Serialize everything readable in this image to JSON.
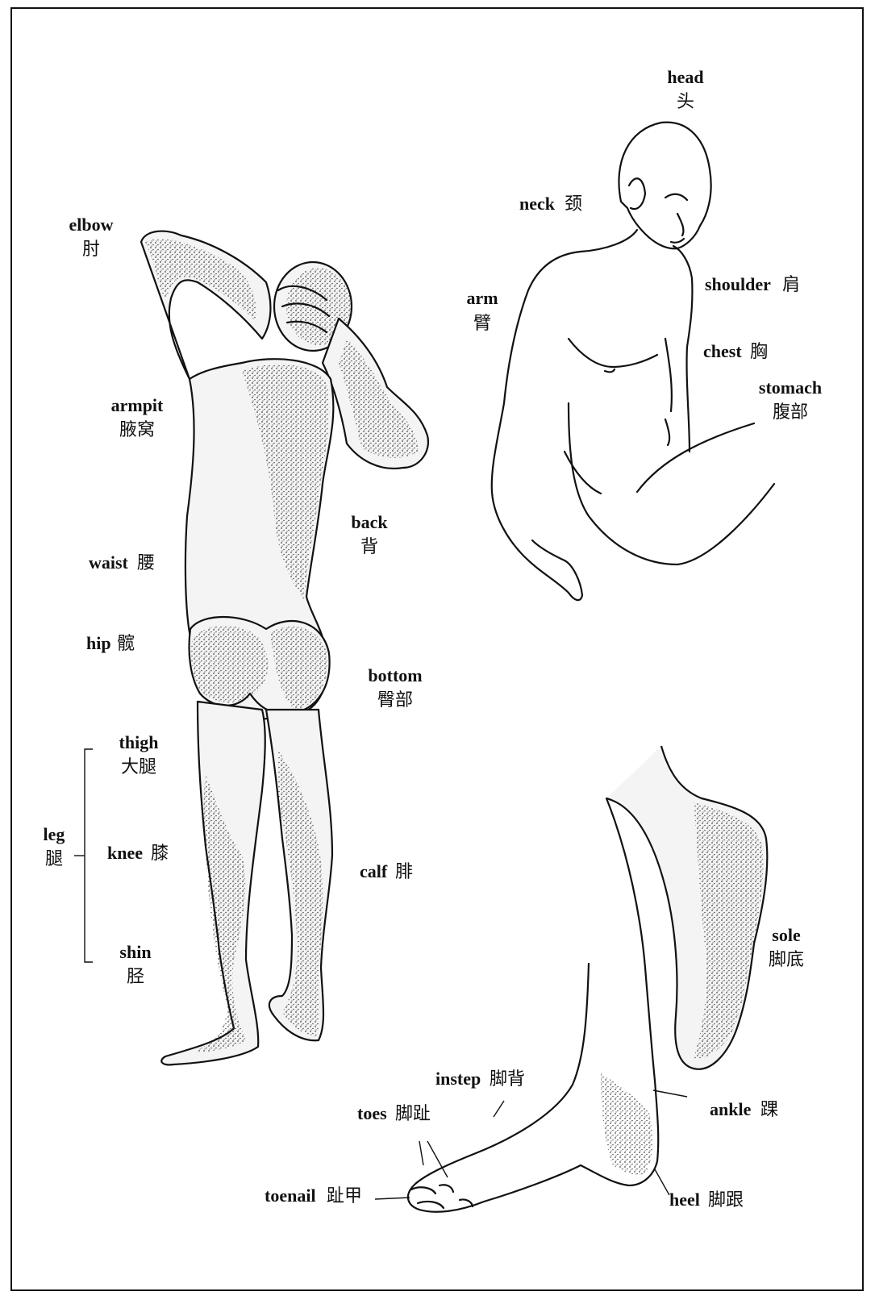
{
  "labels": {
    "head": {
      "en": "head",
      "zh": "头"
    },
    "neck": {
      "en": "neck",
      "zh": "颈"
    },
    "shoulder": {
      "en": "shoulder",
      "zh": "肩"
    },
    "arm": {
      "en": "arm",
      "zh": "臂"
    },
    "chest": {
      "en": "chest",
      "zh": "胸"
    },
    "stomach": {
      "en": "stomach",
      "zh": "腹部"
    },
    "elbow": {
      "en": "elbow",
      "zh": "肘"
    },
    "armpit": {
      "en": "armpit",
      "zh": "腋窝"
    },
    "back": {
      "en": "back",
      "zh": "背"
    },
    "waist": {
      "en": "waist",
      "zh": "腰"
    },
    "hip": {
      "en": "hip",
      "zh": "髋"
    },
    "bottom": {
      "en": "bottom",
      "zh": "臀部"
    },
    "thigh": {
      "en": "thigh",
      "zh": "大腿"
    },
    "leg": {
      "en": "leg",
      "zh": "腿"
    },
    "knee": {
      "en": "knee",
      "zh": "膝"
    },
    "calf": {
      "en": "calf",
      "zh": "腓"
    },
    "shin": {
      "en": "shin",
      "zh": "胫"
    },
    "sole": {
      "en": "sole",
      "zh": "脚底"
    },
    "instep": {
      "en": "instep",
      "zh": "脚背"
    },
    "toes": {
      "en": "toes",
      "zh": "脚趾"
    },
    "ankle": {
      "en": "ankle",
      "zh": "踝"
    },
    "toenail": {
      "en": "toenail",
      "zh": "趾甲"
    },
    "heel": {
      "en": "heel",
      "zh": "脚跟"
    }
  },
  "colors": {
    "ink": "#111111",
    "paper": "#ffffff"
  }
}
